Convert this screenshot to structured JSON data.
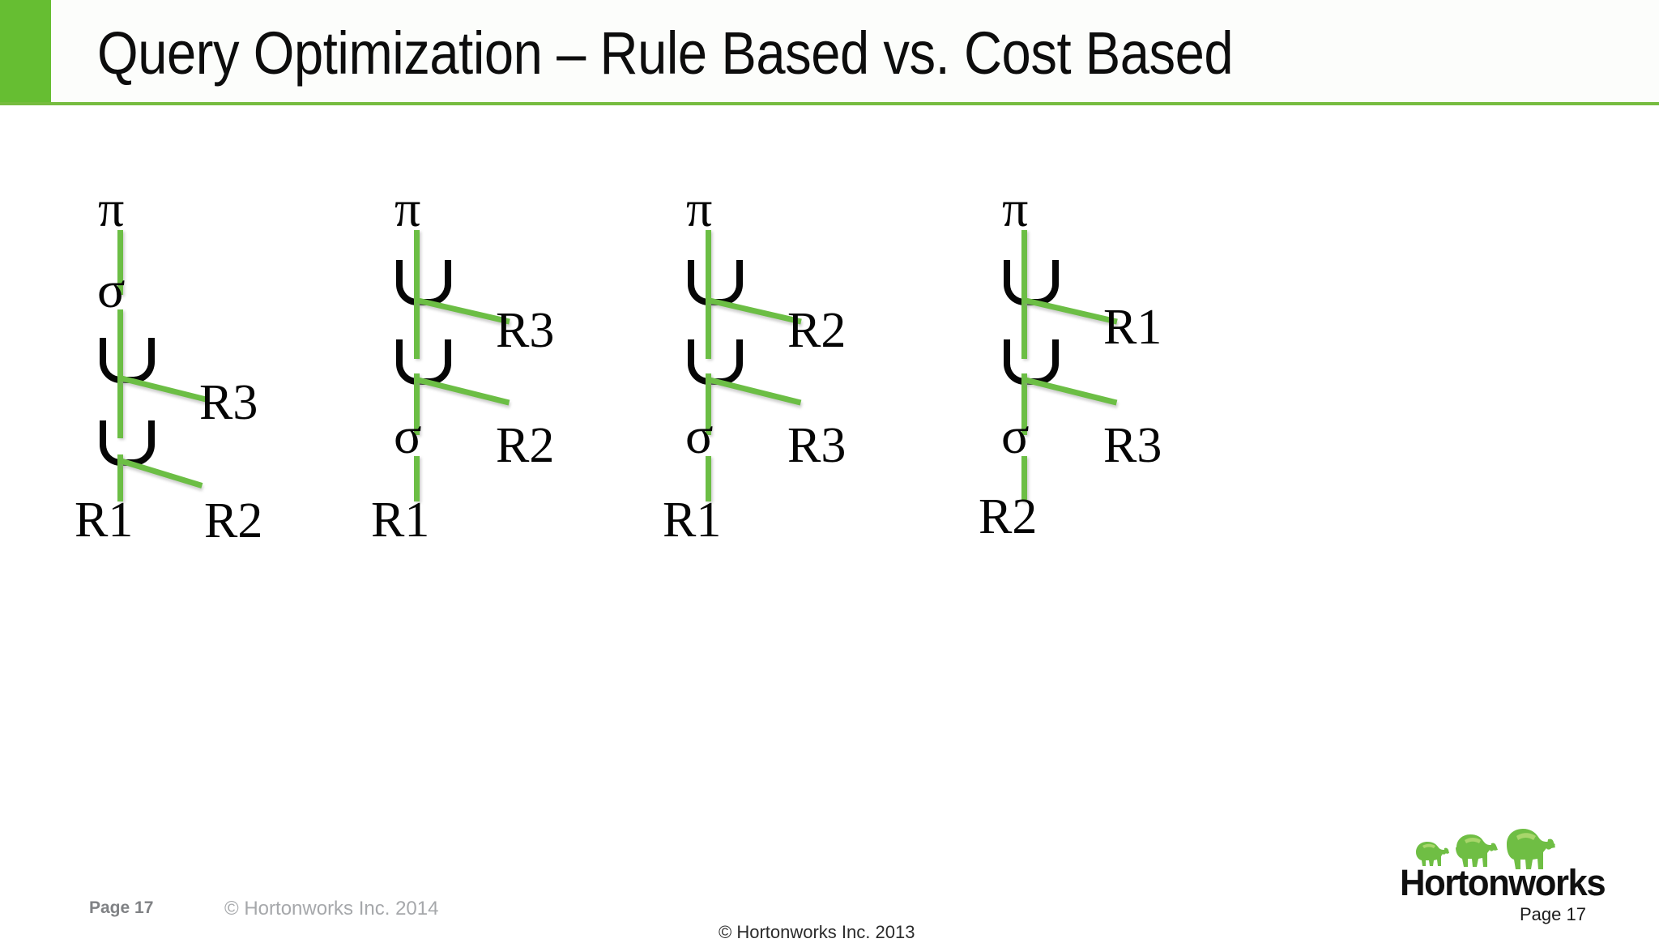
{
  "slide": {
    "title": "Query Optimization – Rule Based vs. Cost Based",
    "accent_color": "#66be32",
    "rule_color": "#76bc3f",
    "background": "#ffffff",
    "link_color": "#6cbe45"
  },
  "diagram": {
    "caption_note": "Four alternative relational-algebra query plan trees",
    "symbols": {
      "projection": "π",
      "selection": "σ",
      "union": "∪"
    },
    "trees": [
      {
        "id": "plan-1",
        "nodes": [
          {
            "label": "π",
            "kind": "projection"
          },
          {
            "label": "σ",
            "kind": "selection"
          },
          {
            "label": "∪",
            "kind": "union",
            "right_child": "R3"
          },
          {
            "label": "∪",
            "kind": "union",
            "right_child": "R2"
          },
          {
            "label": "R1",
            "kind": "relation"
          }
        ],
        "right_labels": [
          "R3",
          "R2"
        ],
        "leaf": "R1"
      },
      {
        "id": "plan-2",
        "nodes": [
          {
            "label": "π",
            "kind": "projection"
          },
          {
            "label": "∪",
            "kind": "union",
            "right_child": "R3"
          },
          {
            "label": "∪",
            "kind": "union",
            "right_child": "R2"
          },
          {
            "label": "σ",
            "kind": "selection"
          },
          {
            "label": "R1",
            "kind": "relation"
          }
        ],
        "right_labels": [
          "R3",
          "R2"
        ],
        "leaf": "R1"
      },
      {
        "id": "plan-3",
        "nodes": [
          {
            "label": "π",
            "kind": "projection"
          },
          {
            "label": "∪",
            "kind": "union",
            "right_child": "R2"
          },
          {
            "label": "∪",
            "kind": "union",
            "right_child": "R3"
          },
          {
            "label": "σ",
            "kind": "selection"
          },
          {
            "label": "R1",
            "kind": "relation"
          }
        ],
        "right_labels": [
          "R2",
          "R3"
        ],
        "leaf": "R1"
      },
      {
        "id": "plan-4",
        "nodes": [
          {
            "label": "π",
            "kind": "projection"
          },
          {
            "label": "∪",
            "kind": "union",
            "right_child": "R1"
          },
          {
            "label": "∪",
            "kind": "union",
            "right_child": "R3"
          },
          {
            "label": "σ",
            "kind": "selection"
          },
          {
            "label": "R2",
            "kind": "relation"
          }
        ],
        "right_labels": [
          "R1",
          "R3"
        ],
        "leaf": "R2"
      }
    ]
  },
  "footer": {
    "page_label": "Page 17",
    "copyright_left": "© Hortonworks Inc. 2014",
    "copyright_center": "© Hortonworks Inc. 2013"
  },
  "logo": {
    "wordmark": "Hortonworks",
    "page_label": "Page 17",
    "elephant_color": "#6fbe44"
  }
}
